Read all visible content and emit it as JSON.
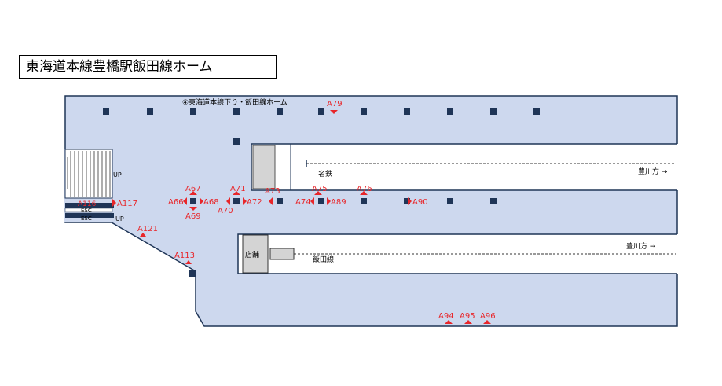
{
  "title": "東海道本線豊橋駅飯田線ホーム",
  "platform_label": "④東海道本線下り・飯田線ホーム",
  "track_labels": {
    "meitetsu": "名鉄",
    "iida": "飯田線",
    "toyokawa_upper": "豊川方 →",
    "toyokawa_lower": "豊川方 →",
    "shop": "店舗",
    "up_top": "UP",
    "up_bottom": "UP",
    "esc_top": "ESC",
    "esc_bottom": "ESC"
  },
  "markers": [
    "A66",
    "A67",
    "A68",
    "A69",
    "A70",
    "A71",
    "A72",
    "A73",
    "A74",
    "A75",
    "A76",
    "A79",
    "A89",
    "A90",
    "A94",
    "A95",
    "A96",
    "A113",
    "A116",
    "A117",
    "A121"
  ],
  "colors": {
    "platform": "#cdd8ee",
    "track": "#ffffff",
    "column": "#1f3557",
    "marker": "#e8262a",
    "outline": "#1f3557"
  }
}
